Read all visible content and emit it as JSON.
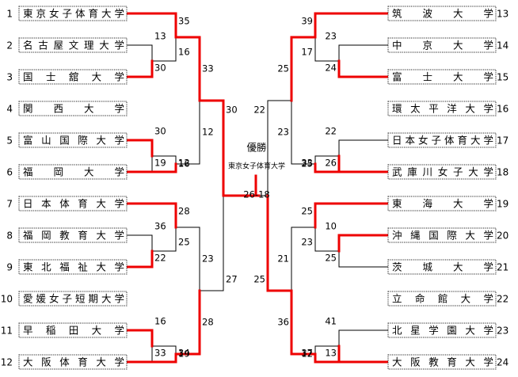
{
  "colors": {
    "winner_line": "#ee0000",
    "line": "#000000",
    "box_border": "#222222"
  },
  "title": "優勝",
  "champion": "東京女子体育大学",
  "final_score": "26-18",
  "teams_left": [
    {
      "seed": "1",
      "name": "東京女子体育大学"
    },
    {
      "seed": "2",
      "name": "名古屋文理大学"
    },
    {
      "seed": "3",
      "name": "国士舘大学"
    },
    {
      "seed": "4",
      "name": "関西大学"
    },
    {
      "seed": "5",
      "name": "富山国際大学"
    },
    {
      "seed": "6",
      "name": "福岡大学"
    },
    {
      "seed": "7",
      "name": "日本体育大学"
    },
    {
      "seed": "8",
      "name": "福岡教育大学"
    },
    {
      "seed": "9",
      "name": "東北福祉大学"
    },
    {
      "seed": "10",
      "name": "愛媛女子短期大学"
    },
    {
      "seed": "11",
      "name": "早稲田大学"
    },
    {
      "seed": "12",
      "name": "大阪体育大学"
    }
  ],
  "teams_right": [
    {
      "seed": "13",
      "name": "筑波大学"
    },
    {
      "seed": "14",
      "name": "中京大学"
    },
    {
      "seed": "15",
      "name": "富士大学"
    },
    {
      "seed": "16",
      "name": "環太平洋大学"
    },
    {
      "seed": "17",
      "name": "日本女子体育大学"
    },
    {
      "seed": "18",
      "name": "武庫川女子大学"
    },
    {
      "seed": "19",
      "name": "東海大学"
    },
    {
      "seed": "20",
      "name": "沖縄国際大学"
    },
    {
      "seed": "21",
      "name": "茨城大学"
    },
    {
      "seed": "22",
      "name": "立命館大学"
    },
    {
      "seed": "23",
      "name": "北星学園大学"
    },
    {
      "seed": "24",
      "name": "大阪教育大学"
    }
  ],
  "scores_left": {
    "r1": [
      "13",
      "30",
      "30",
      "19",
      "36",
      "22",
      "16",
      "33"
    ],
    "r2": [
      "35",
      "16",
      "16",
      "12",
      "28",
      "25",
      "19",
      "34"
    ],
    "r3": [
      "33",
      "12",
      "23",
      "28"
    ],
    "r4": [
      "30",
      "27"
    ]
  },
  "scores_right": {
    "r1": [
      "23",
      "24",
      "22",
      "26",
      "10",
      "25",
      "41",
      "13"
    ],
    "r2": [
      "39",
      "17",
      "25",
      "33",
      "25",
      "23",
      "12",
      "37"
    ],
    "r3": [
      "25",
      "23",
      "21",
      "36"
    ],
    "r4": [
      "22",
      "25"
    ]
  },
  "winners_left": {
    "r1": [
      1,
      0,
      1,
      0
    ],
    "r2": [
      0,
      1,
      0,
      1
    ],
    "r3": [
      0,
      1
    ],
    "r4": 0
  },
  "winners_right": {
    "r1": [
      1,
      1,
      0,
      1
    ],
    "r2": [
      0,
      1,
      0,
      1
    ],
    "r3": [
      0,
      1
    ],
    "r4": 1
  },
  "final_winner": "left"
}
